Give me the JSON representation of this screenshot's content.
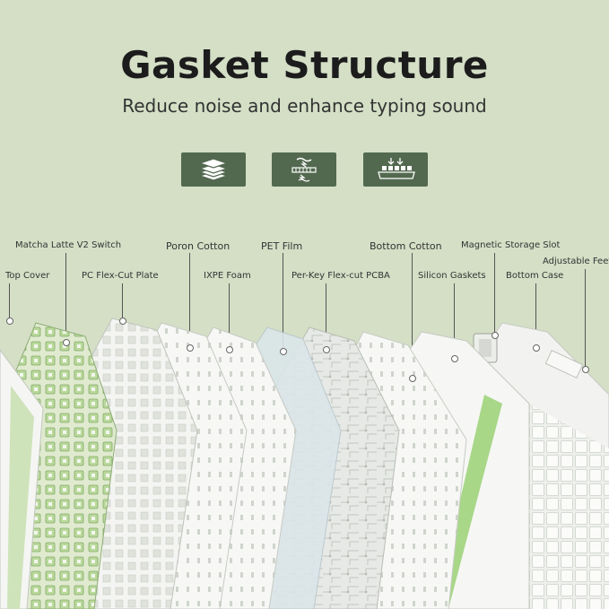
{
  "header": {
    "title": "Gasket Structure",
    "subtitle": "Reduce noise and enhance typing sound"
  },
  "icons": [
    {
      "name": "layers-icon"
    },
    {
      "name": "sound-dampening-icon"
    },
    {
      "name": "keyboard-keys-icon"
    }
  ],
  "colors": {
    "background": "#d4dfc6",
    "tile": "#52694f",
    "accent_green": "#9ccc7c"
  },
  "layers": {
    "top_cover": "Top Cover",
    "switch": "Matcha Latte V2 Switch",
    "plate": "PC Flex-Cut Plate",
    "poron": "Poron Cotton",
    "ixpe": "IXPE Foam",
    "pet": "PET Film",
    "pcba": "Per-Key Flex-cut PCBA",
    "bottom_cotton": "Bottom Cotton",
    "gaskets": "Silicon Gaskets",
    "storage": "Magnetic Storage Slot",
    "bottom_case": "Bottom Case",
    "feet": "Adjustable Feet"
  }
}
